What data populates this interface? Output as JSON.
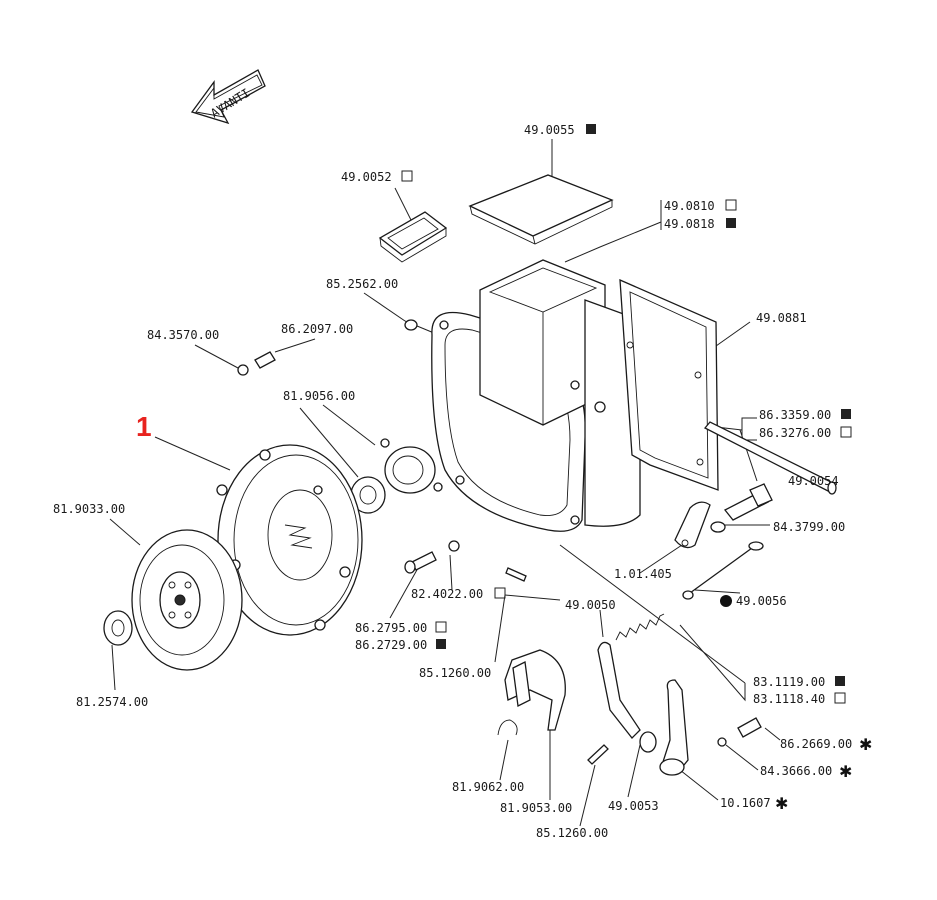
{
  "diagram": {
    "callout_number": "1",
    "callout_color": "#e8231f",
    "arrow_label": "AVANTI",
    "symbols": {
      "filled": "■",
      "empty": "□",
      "dot": "●",
      "star": "✱"
    },
    "labels": {
      "p49_0055": "49.0055",
      "p49_0052": "49.0052",
      "p49_0810": "49.0810",
      "p49_0818": "49.0818",
      "p85_2562": "85.2562.00",
      "p84_3570": "84.3570.00",
      "p86_2097": "86.2097.00",
      "p49_0881": "49.0881",
      "p81_9056": "81.9056.00",
      "p86_3359": "86.3359.00",
      "p86_3276": "86.3276.00",
      "p81_9033": "81.9033.00",
      "p49_0054": "49.0054",
      "p84_3799": "84.3799.00",
      "p1_01_405": "1.01.405",
      "p82_4022": "82.4022.00",
      "p49_0050": "49.0050",
      "p49_0056": "49.0056",
      "p86_2795": "86.2795.00",
      "p86_2729": "86.2729.00",
      "p85_1260_a": "85.1260.00",
      "p83_1119": "83.1119.00",
      "p83_1118": "83.1118.40",
      "p81_2574": "81.2574.00",
      "p86_2669": "86.2669.00",
      "p84_3666": "84.3666.00",
      "p81_9062": "81.9062.00",
      "p81_9053": "81.9053.00",
      "p49_0053": "49.0053",
      "p10_1607": "10.1607",
      "p85_1260_b": "85.1260.00"
    }
  }
}
